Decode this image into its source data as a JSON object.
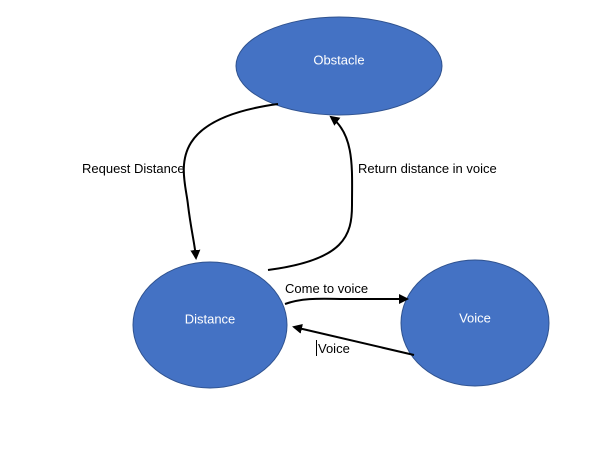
{
  "nodes": {
    "obstacle": {
      "label": "Obstacle"
    },
    "distance": {
      "label": "Distance"
    },
    "voice": {
      "label": "Voice"
    }
  },
  "edges": {
    "request_distance": {
      "label": "Request Distance"
    },
    "return_distance": {
      "label": "Return distance in voice"
    },
    "come_to_voice": {
      "label": "Come to voice"
    },
    "voice_back": {
      "label": "Voice"
    }
  },
  "colors": {
    "node_fill": "#4472C4",
    "node_stroke": "#2F528F",
    "edge": "#000000",
    "node_text": "#ffffff"
  }
}
